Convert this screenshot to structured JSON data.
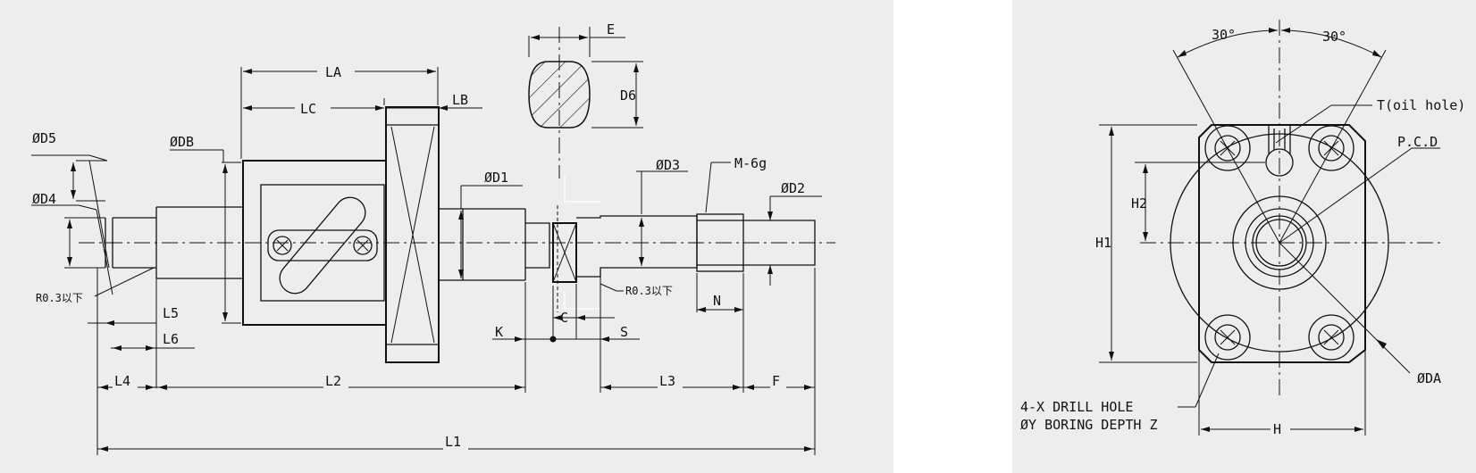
{
  "side_view": {
    "labels": {
      "LA": "LA",
      "LB": "LB",
      "LC": "LC",
      "E": "E",
      "D6": "D6",
      "D5": "ØD5",
      "D4": "ØD4",
      "DB": "ØDB",
      "D1": "ØD1",
      "D3": "ØD3",
      "M": "M-6g",
      "D2": "ØD2",
      "R_left": "R0.3以下",
      "R_right": "R0.3以下",
      "L5": "L5",
      "L6": "L6",
      "L4": "L4",
      "L2": "L2",
      "L3": "L3",
      "F": "F",
      "L1": "L1",
      "K": "K",
      "C": "C",
      "S": "S",
      "N": "N"
    }
  },
  "front_view": {
    "labels": {
      "angle_left": "30°",
      "angle_right": "30°",
      "T": "T(oil hole)",
      "PCD": "P.C.D",
      "H2": "H2",
      "H1": "H1",
      "H": "H",
      "DA": "ØDA",
      "drill_line1": "4-X DRILL HOLE",
      "drill_line2": "ØY BORING DEPTH Z"
    }
  }
}
